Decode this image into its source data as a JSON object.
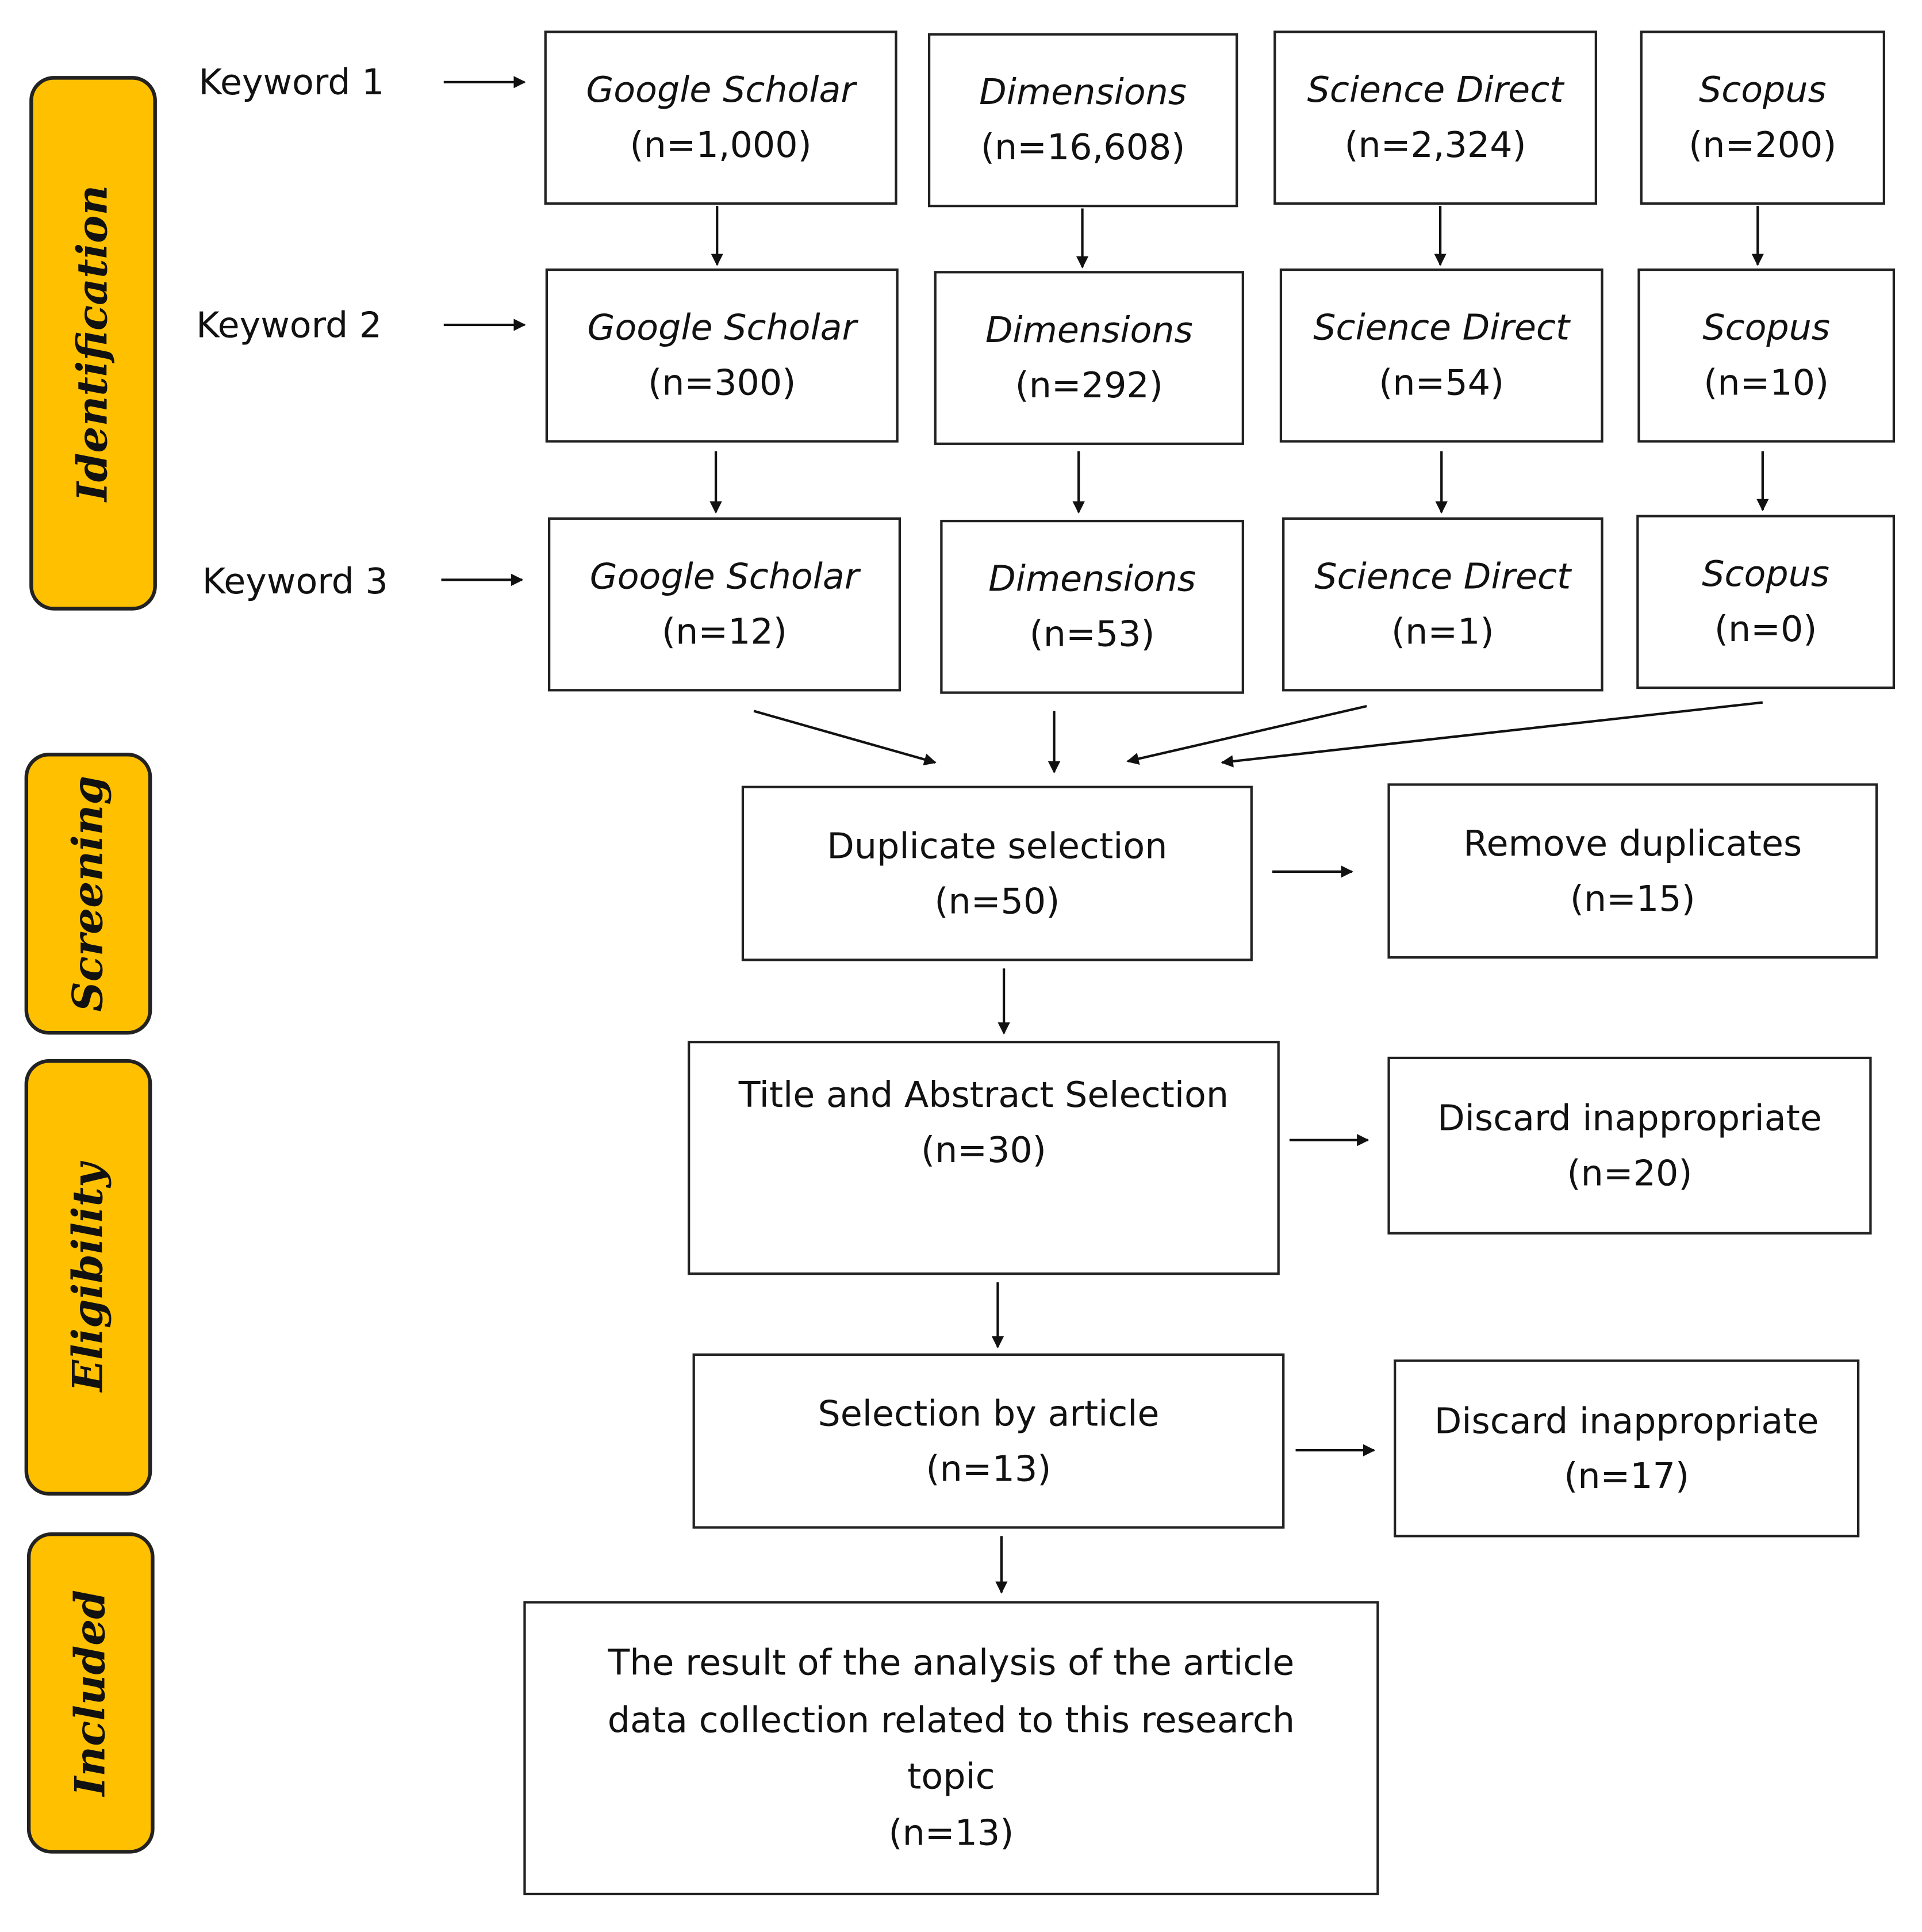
{
  "phases": {
    "identification": "Identification",
    "screening": "Screening",
    "eligibility": "Eligibility",
    "included": "Included"
  },
  "keywords": [
    "Keyword 1",
    "Keyword 2",
    "Keyword 3"
  ],
  "sources": {
    "row1": [
      {
        "name": "Google Scholar",
        "count": "(n=1,000)"
      },
      {
        "name": "Dimensions",
        "count": "(n=16,608)"
      },
      {
        "name": "Science Direct",
        "count": "(n=2,324)"
      },
      {
        "name": "Scopus",
        "count": "(n=200)"
      }
    ],
    "row2": [
      {
        "name": "Google Scholar",
        "count": "(n=300)"
      },
      {
        "name": "Dimensions",
        "count": "(n=292)"
      },
      {
        "name": "Science Direct",
        "count": "(n=54)"
      },
      {
        "name": "Scopus",
        "count": "(n=10)"
      }
    ],
    "row3": [
      {
        "name": "Google Scholar",
        "count": "(n=12)"
      },
      {
        "name": "Dimensions",
        "count": "(n=53)"
      },
      {
        "name": "Science Direct",
        "count": "(n=1)"
      },
      {
        "name": "Scopus",
        "count": "(n=0)"
      }
    ]
  },
  "steps": {
    "duplicate": {
      "label": "Duplicate selection",
      "count": "(n=50)"
    },
    "remove": {
      "label": "Remove duplicates",
      "count": "(n=15)"
    },
    "title_abstract": {
      "label": "Title and Abstract Selection",
      "count": "(n=30)"
    },
    "discard1": {
      "label": "Discard inappropriate",
      "count": "(n=20)"
    },
    "by_article": {
      "label": "Selection by article",
      "count": "(n=13)"
    },
    "discard2": {
      "label": "Discard inappropriate",
      "count": "(n=17)"
    },
    "result": {
      "line1": "The result of the analysis of the article",
      "line2": "data collection related to this research",
      "line3": "topic",
      "count": "(n=13)"
    }
  }
}
